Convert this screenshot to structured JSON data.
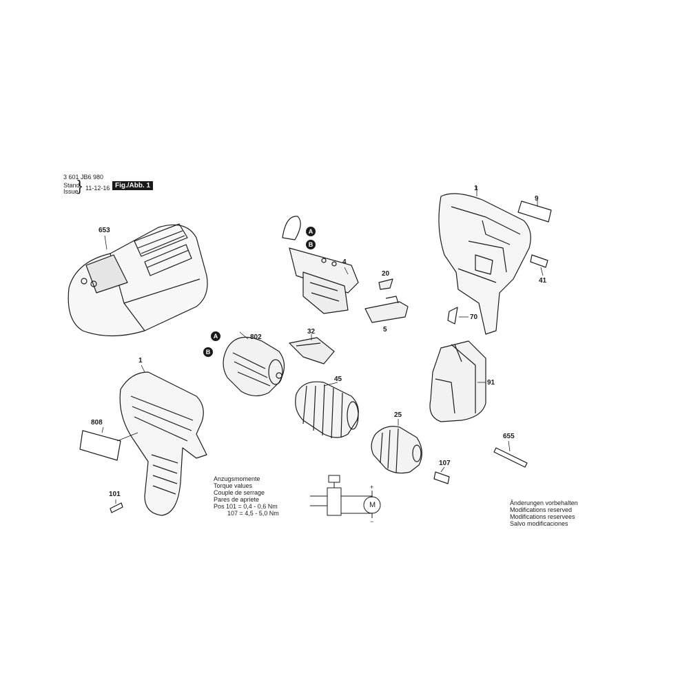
{
  "header": {
    "doc_number": "3 601 JB6 980",
    "stand": "Stand",
    "issue": "Issue",
    "date": "11-12-16",
    "fig_label": "Fig./Abb. 1"
  },
  "parts": {
    "p653": "653",
    "p4": "4",
    "p20": "20",
    "p5": "5",
    "p1_top": "1",
    "p9": "9",
    "p41": "41",
    "p70": "70",
    "p802": "802",
    "p32": "32",
    "p45": "45",
    "p91": "91",
    "p1_mid": "1",
    "p808": "808",
    "p25": "25",
    "p655": "655",
    "p107": "107",
    "p101": "101"
  },
  "markers": {
    "a": "A",
    "b": "B"
  },
  "torque": {
    "line1": "Anzugsmomente",
    "line2": "Torque values",
    "line3": "Couple de serrage",
    "line4": "Pares de apriete",
    "row1": "Pos  101  =  0,4 - 0,6 Nm",
    "row2": "107  =  4,5 - 5,0 Nm"
  },
  "circuit": {
    "motor": "M",
    "plus": "+",
    "minus": "−"
  },
  "notes": {
    "line1": "Änderungen vorbehalten",
    "line2": "Modifications reserved",
    "line3": "Modifications reservees",
    "line4": "Salvo modificaciones"
  }
}
